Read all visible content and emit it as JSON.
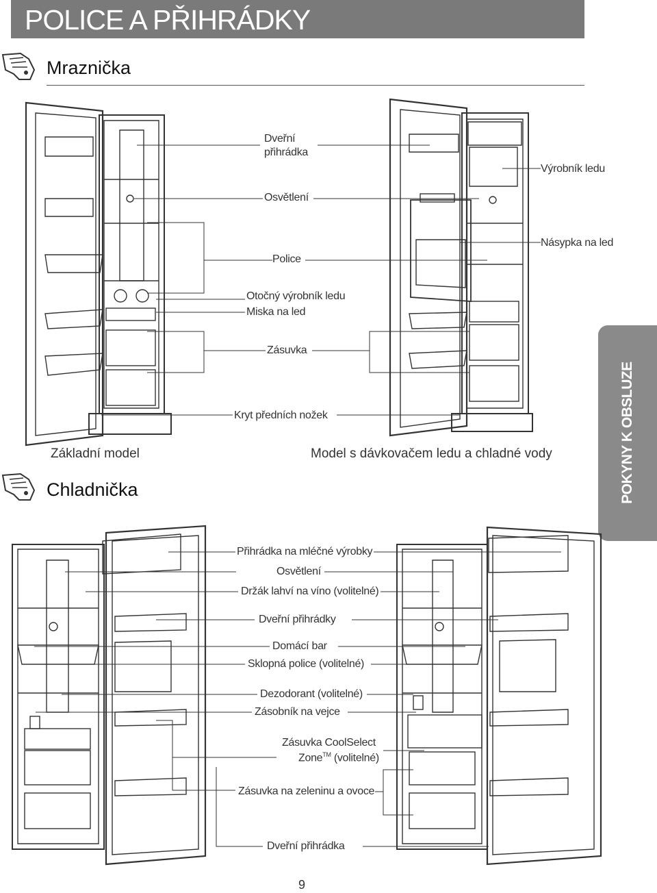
{
  "header": {
    "title": "POLICE A PŘIHRÁDKY"
  },
  "side_tab": {
    "label": "POKYNY K OBSLUZE"
  },
  "freezer": {
    "heading": "Mraznička",
    "captions": {
      "basic": "Základní model",
      "dispenser": "Model s dávkovačem ledu a chladné vody"
    },
    "labels": {
      "door_bin": {
        "l1": "Dveřní",
        "l2": "přihrádka"
      },
      "light": "Osvětlení",
      "shelf": "Police",
      "twist_ice": "Otočný výrobník ledu",
      "ice_tray": "Miska na led",
      "drawer": "Zásuvka",
      "foot_cover": "Kryt předních nožek",
      "ice_maker": "Výrobník ledu",
      "ice_bucket": "Násypka na led"
    }
  },
  "fridge": {
    "heading": "Chladnička",
    "labels": {
      "dairy": "Přihrádka na mléčné výrobky",
      "light": "Osvětlení",
      "wine": "Držák lahví na víno (volitelné)",
      "door_bins": "Dveřní přihrádky",
      "home_bar": "Domácí bar",
      "fold_shelf": "Sklopná police (volitelné)",
      "deodorizer": "Dezodorant (volitelné)",
      "egg": "Zásobník na vejce",
      "coolselect_1": "Zásuvka CoolSelect",
      "coolselect_2a": "Zone",
      "coolselect_tm": "TM",
      "coolselect_2b": " (volitelné)",
      "veg": "Zásuvka na zeleninu a ovoce",
      "door_bin": "Dveřní přihrádka"
    }
  },
  "footer": {
    "page": "9"
  }
}
